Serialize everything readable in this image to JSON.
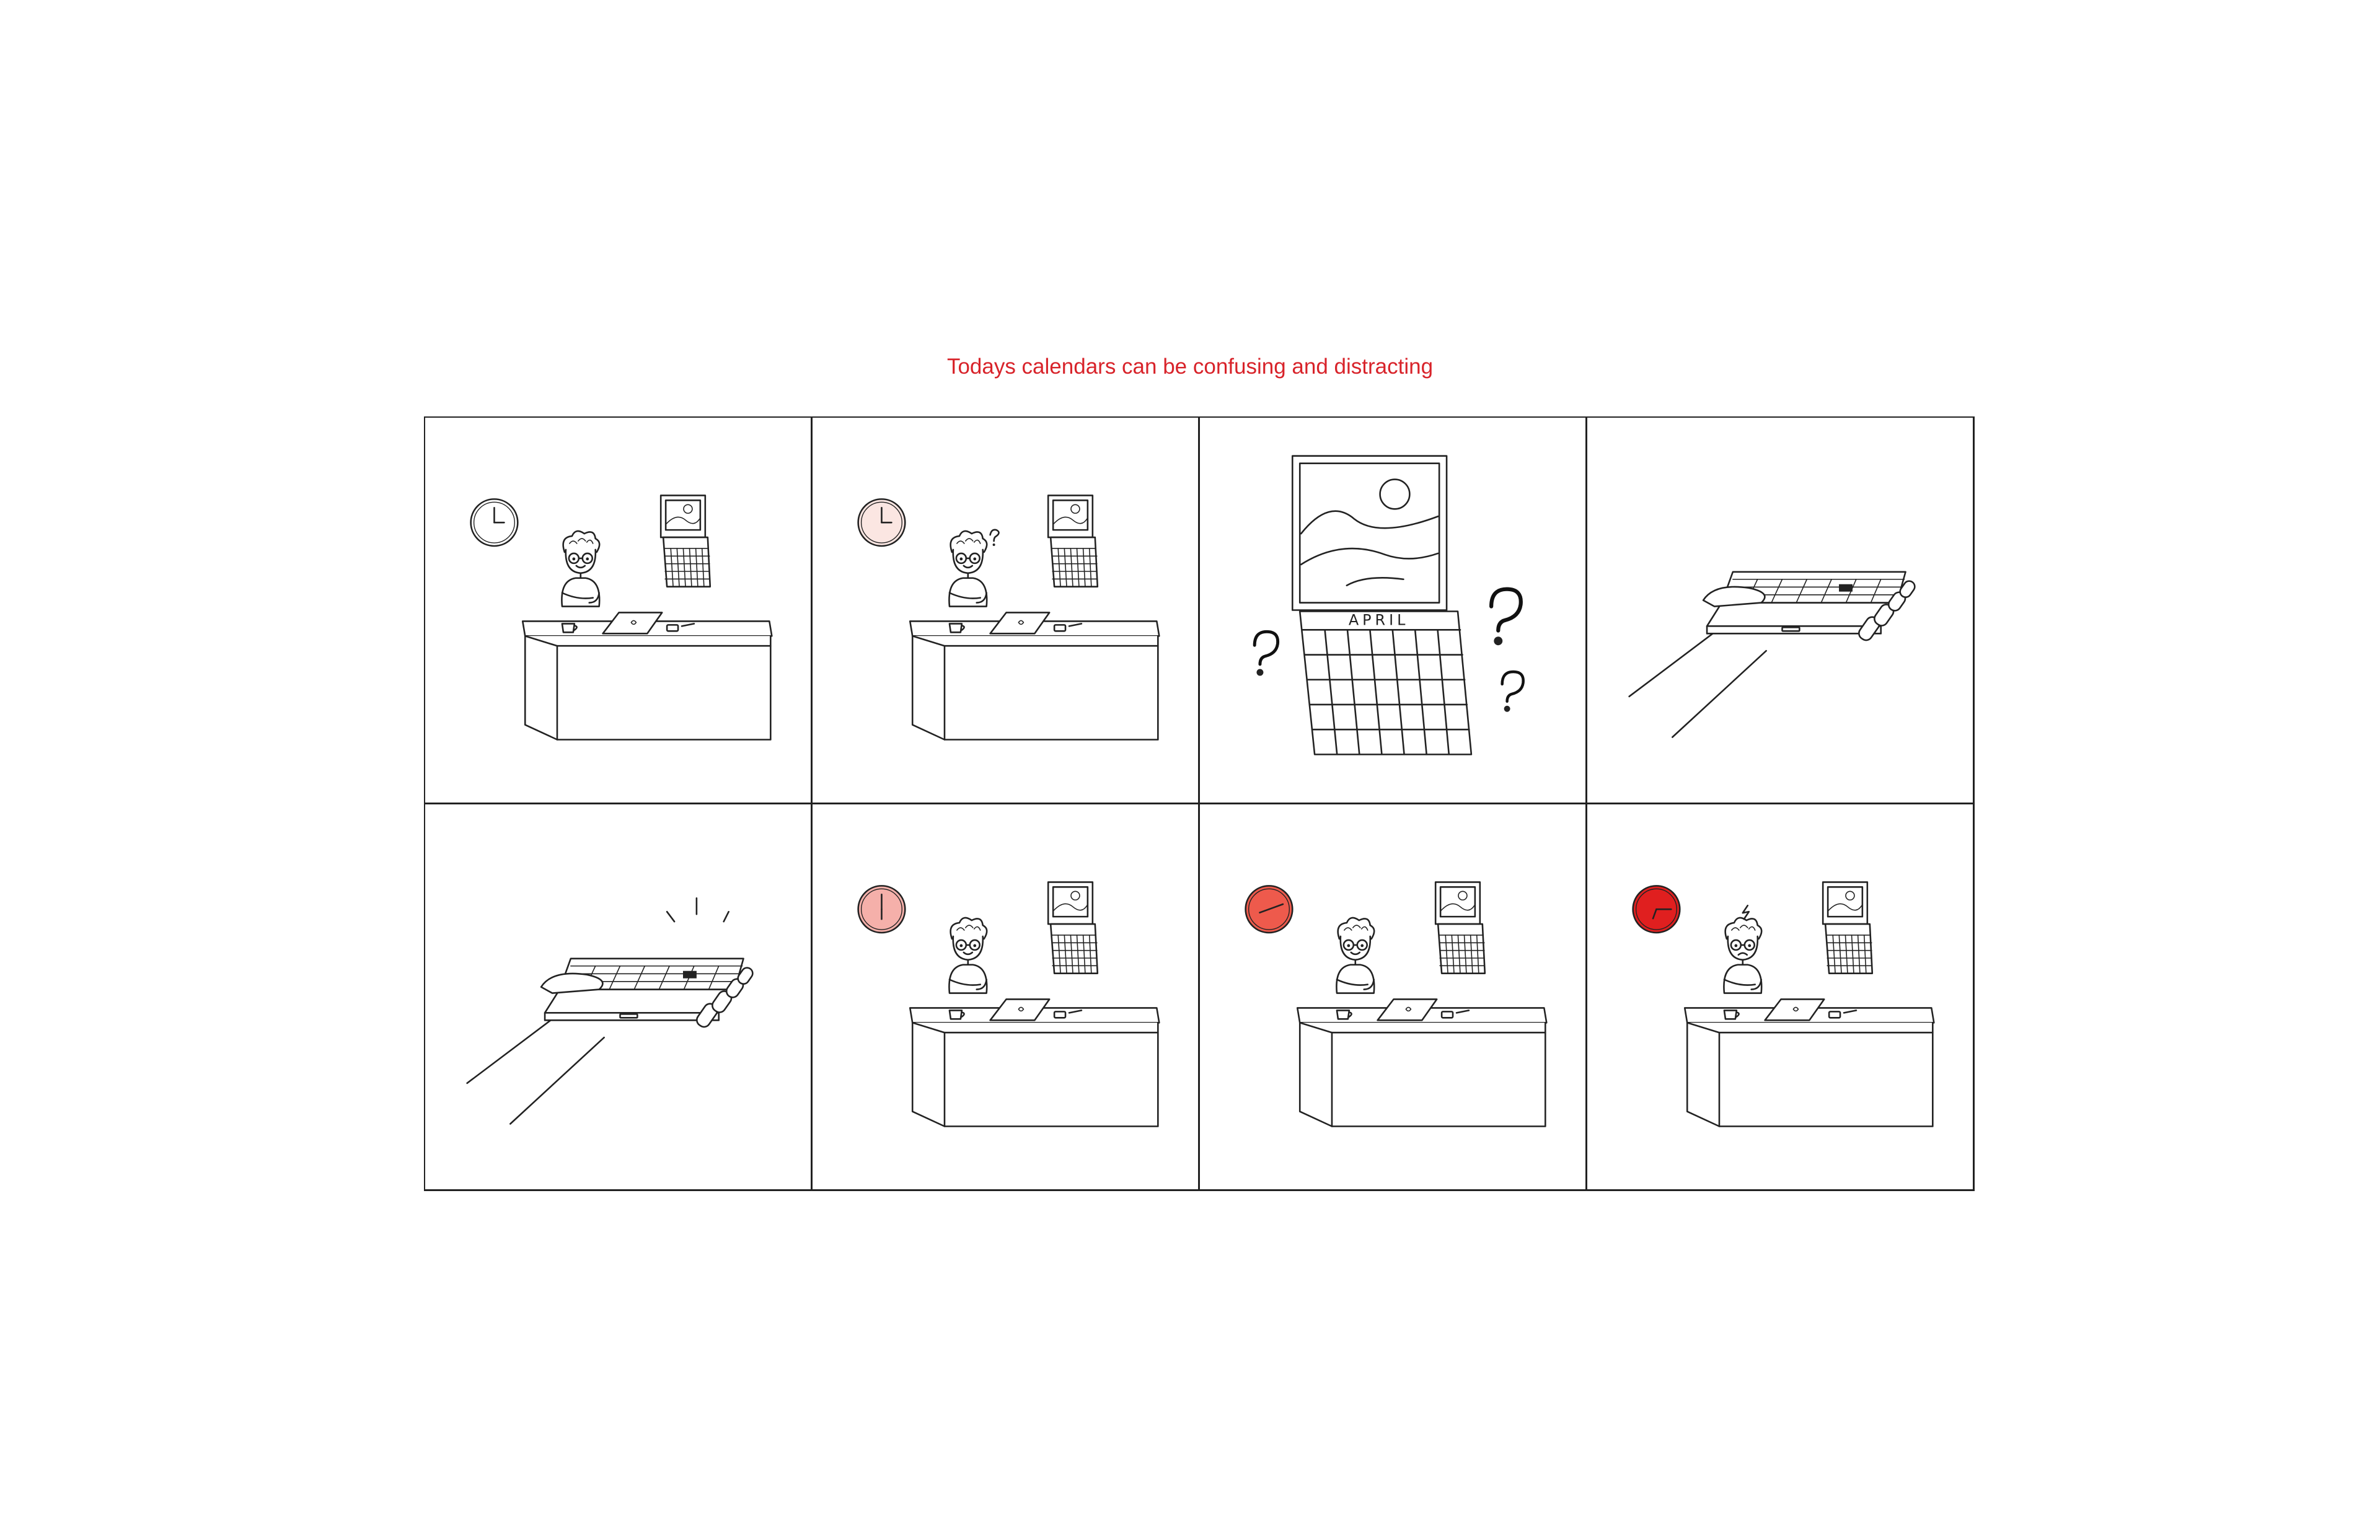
{
  "caption": "Todays calendars can be confusing and distracting",
  "caption_color": "#d8232a",
  "frame_color": "#222222",
  "calendar_month": "APRIL",
  "panels": [
    {
      "scene": "desk",
      "clock_fill": "#ffffff"
    },
    {
      "scene": "desk-question",
      "clock_fill": "#fbe6e2"
    },
    {
      "scene": "calendar-closeup"
    },
    {
      "scene": "hand-device"
    },
    {
      "scene": "hand-device-alert"
    },
    {
      "scene": "desk",
      "clock_fill": "#f5b0aa"
    },
    {
      "scene": "desk",
      "clock_fill": "#ee5a4c"
    },
    {
      "scene": "desk-stressed",
      "clock_fill": "#e01f1f"
    }
  ]
}
